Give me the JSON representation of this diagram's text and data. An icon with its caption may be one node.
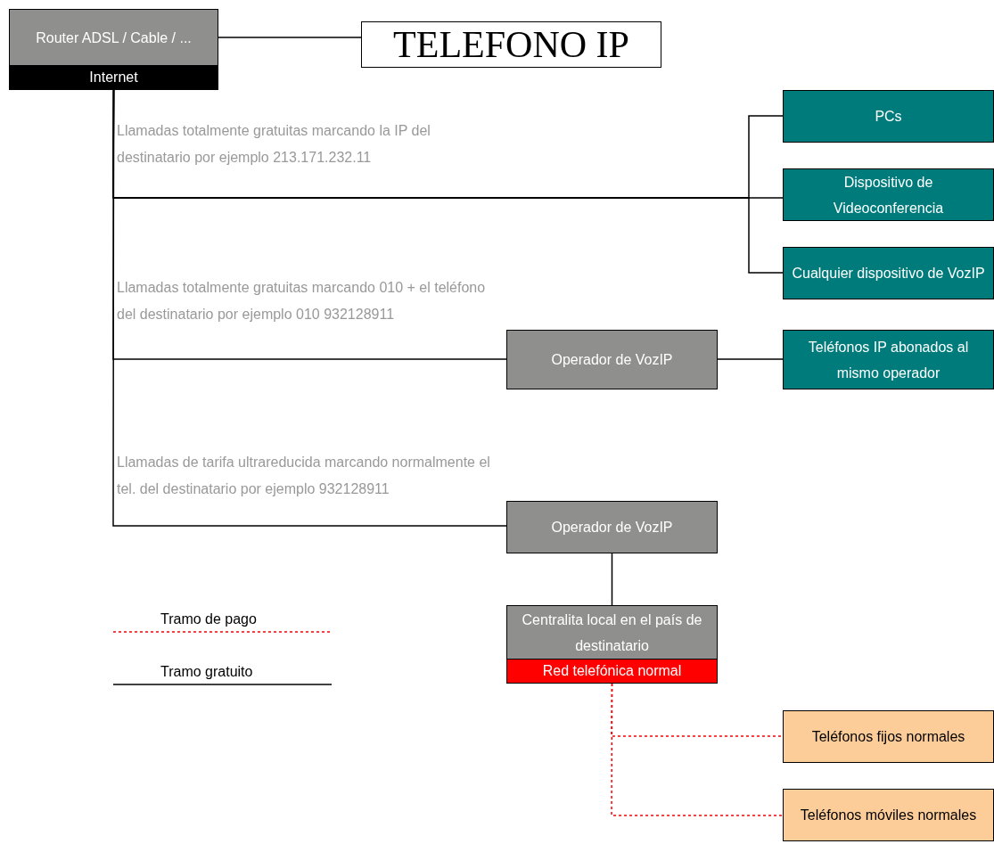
{
  "diagram": {
    "nodes": [
      {
        "text": [
          "Router ADSL / Cable / ...",
          "Internet"
        ]
      },
      {
        "text": [
          "TELEFONO IP"
        ]
      },
      {
        "text": [
          "PCs"
        ]
      },
      {
        "text": [
          "Dispositivo de Videoconferencia"
        ]
      },
      {
        "text": [
          "Cualquier dispositivo de VozIP"
        ]
      },
      {
        "text": [
          "Operador de VozIP"
        ]
      },
      {
        "text": [
          "Teléfonos IP abonados al mismo operador"
        ]
      },
      {
        "text": [
          "Operador de VozIP"
        ]
      },
      {
        "text": [
          "Centralita local en el país de destinatario",
          "Red telefónica normal"
        ]
      },
      {
        "text": [
          "Teléfonos fijos normales"
        ]
      },
      {
        "text": [
          "Teléfonos móviles normales"
        ]
      }
    ],
    "edges": [
      {
        "from": 0,
        "to": 1,
        "arrow": "none"
      },
      {
        "from": 0,
        "to": 2,
        "arrow": "none"
      },
      {
        "from": 0,
        "to": 3,
        "arrow": "none"
      },
      {
        "from": 0,
        "to": 4,
        "arrow": "none"
      },
      {
        "from": 0,
        "to": 5,
        "arrow": "none"
      },
      {
        "from": 5,
        "to": 6,
        "arrow": "none"
      },
      {
        "from": 0,
        "to": 7,
        "arrow": "none"
      },
      {
        "from": 7,
        "to": 8,
        "arrow": "none"
      },
      {
        "from": 8,
        "to": 9,
        "arrow": "none",
        "style": "dashed",
        "color": "#ff0000"
      },
      {
        "from": 8,
        "to": 10,
        "arrow": "none",
        "style": "dashed",
        "color": "#ff0000"
      }
    ],
    "labels": [
      "Llamadas totalmente gratuitas marcando la IP del destinatario por ejemplo 213.171.232.11",
      "Llamadas totalmente gratuitas marcando 010 + el teléfono del destinatario por ejemplo 010 932128911",
      "Llamadas de tarifa ultrareducida marcando normalmente el tel. del destinatario por ejemplo 932128911"
    ],
    "legend": [
      {
        "text": "Tramo de pago"
      },
      {
        "text": "Tramo gratuito"
      }
    ]
  }
}
